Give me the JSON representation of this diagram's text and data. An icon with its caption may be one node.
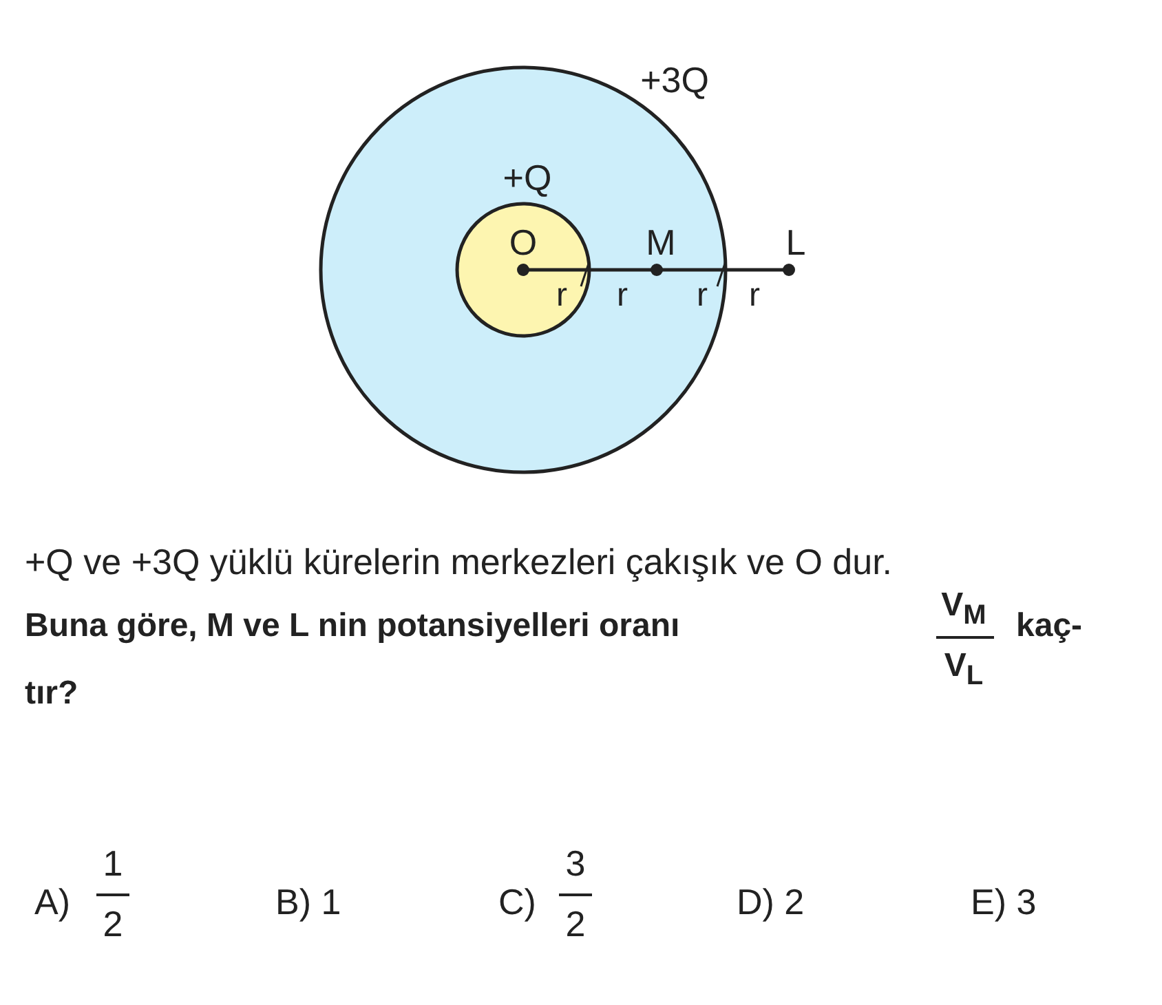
{
  "diagram": {
    "nodes": [
      {
        "text": [
          "+3Q"
        ]
      },
      {
        "text": [
          "+Q"
        ],
        "in": 0
      }
    ],
    "edges": [],
    "labels": [
      "O",
      "M",
      "L",
      "r",
      "r",
      "r",
      "r",
      "+Q ve +3Q yüklü kürelerin merkezleri çakışık ve O dur.",
      "Buna göre, M ve L nin potansiyelleri oranı",
      "V$_{M}$",
      "V$_{L}$",
      "kaç-",
      "tır?",
      "A)",
      "1",
      "2",
      "B) 1",
      "C)",
      "3",
      "2",
      "D) 2",
      "E) 3"
    ]
  }
}
